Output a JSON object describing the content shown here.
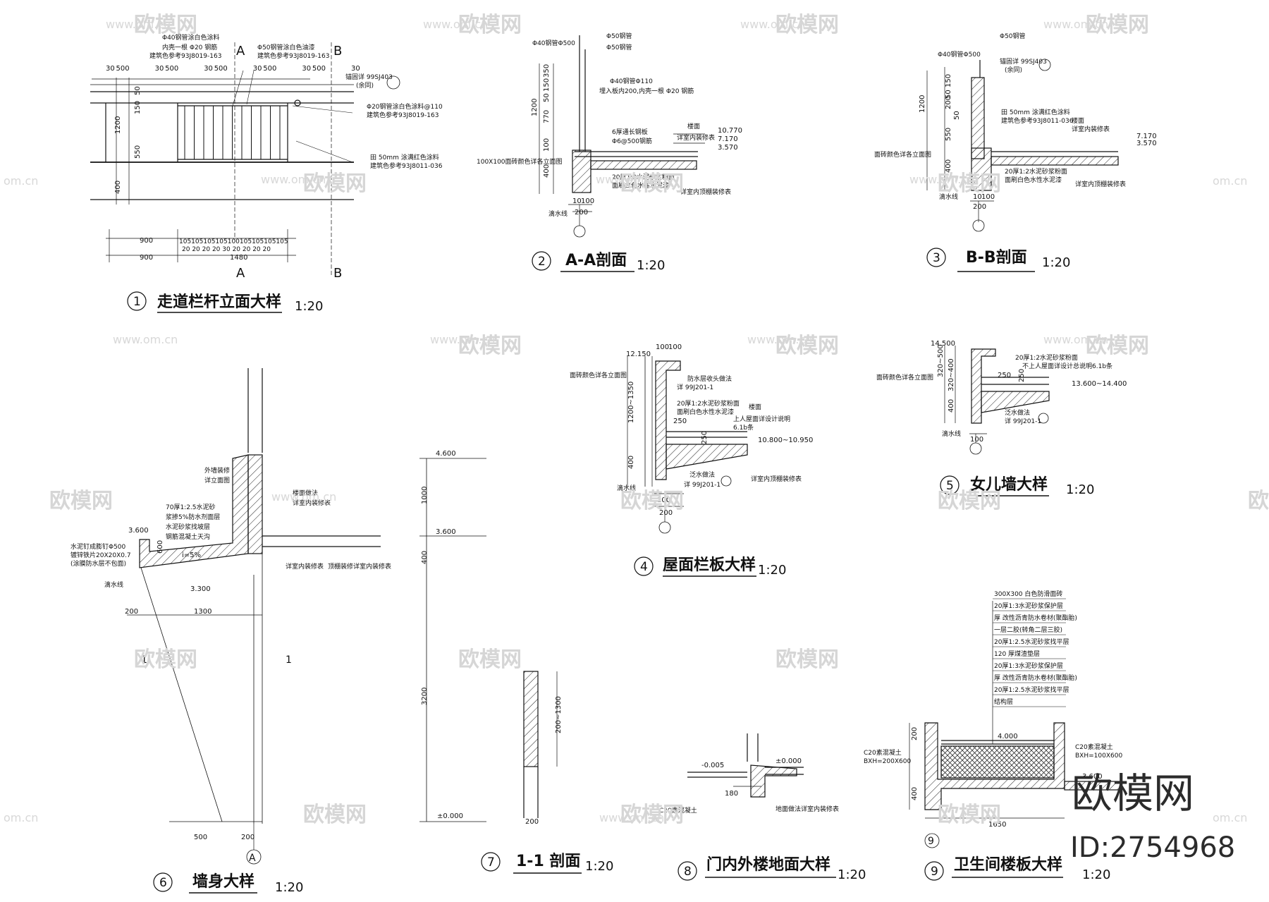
{
  "titles": {
    "t1": {
      "num": "1",
      "text": "走道栏杆立面大样",
      "scale": "1:20"
    },
    "t2": {
      "num": "2",
      "text": "A-A剖面",
      "scale": "1:20"
    },
    "t3": {
      "num": "3",
      "text": "B-B剖面",
      "scale": "1:20"
    },
    "t4": {
      "num": "4",
      "text": "屋面栏板大样",
      "scale": "1:20"
    },
    "t5": {
      "num": "5",
      "text": "女儿墙大样",
      "scale": "1:20"
    },
    "t6": {
      "num": "6",
      "text": "墙身大样",
      "scale": "1:20"
    },
    "t7": {
      "num": "7",
      "text": "1-1 剖面",
      "scale": "1:20"
    },
    "t8": {
      "num": "8",
      "text": "门内外楼地面大样",
      "scale": "1:20"
    },
    "t9": {
      "num": "9",
      "text": "卫生间楼板大样",
      "scale": "1:20"
    }
  },
  "d1": {
    "notes": [
      "Φ40钢管涂白色涂料",
      "内壳一根 Φ20 钢筋",
      "建筑色参考93J8019-163",
      "Φ50钢管涂白色油漆",
      "建筑色参考93J8019-163",
      "锚固详 99SJ403",
      "(余同)",
      "Φ20钢管涂白色涂料@110",
      "建筑色参考93J8019-163",
      "田 50mm 涂满红色涂料",
      "建筑色参考93J8011-036"
    ],
    "top_dims": [
      "30",
      "500",
      "30",
      "500",
      "30",
      "500",
      "30",
      "500",
      "30",
      "500",
      "30"
    ],
    "left_dims": [
      "1200",
      "400",
      "550",
      "150",
      "50"
    ],
    "bot_dims": [
      "900",
      "900",
      "1480"
    ],
    "small_dims": "105105105105100105105105105",
    "small_dims2": "20 20 20 20 30 20 20 20 20",
    "cut_a": "A",
    "cut_b": "B"
  },
  "d2": {
    "notes": [
      "Φ40钢管Φ500",
      "Φ50钢管",
      "Φ50钢管",
      "Φ40钢管Φ110",
      "埋入板内200,内壳一根 Φ20 钢筋",
      "6厚通长钢板",
      "Φ6@500钢筋",
      "100X100面砖颜色详各立面图",
      "楼面",
      "详室内装修表",
      "20厚1:2水泥砂浆粉面",
      "面刷白色水性水泥漆",
      "详室内顶棚装修表",
      "滴水线"
    ],
    "dims": [
      "350",
      "150",
      "50",
      "1200",
      "770",
      "100",
      "400",
      "10",
      "100",
      "200"
    ],
    "levels": [
      "10.770",
      "7.170",
      "3.570"
    ]
  },
  "d3": {
    "notes": [
      "Φ50钢管",
      "Φ40钢管Φ500",
      "锚固详 99SJ403",
      "(余同)",
      "田 50mm 涂满红色涂料",
      "建筑色参考93J8011-036",
      "楼面",
      "详室内装修表",
      "面砖颜色详各立面图",
      "20厚1:2水泥砂浆粉面",
      "面刷白色水性水泥漆",
      "详室内顶棚装修表",
      "滴水线"
    ],
    "dims": [
      "150",
      "50",
      "200",
      "50",
      "1200",
      "550",
      "400",
      "10",
      "100",
      "200"
    ],
    "levels": [
      "7.170",
      "3.570"
    ]
  },
  "d4": {
    "notes": [
      "面砖颜色详各立面图",
      "防水层收头做法",
      "详 99J201-1",
      "20厚1:2水泥砂浆粉面",
      "面刷白色水性水泥漆",
      "楼面",
      "上人屋面详设计说明",
      "6.1b条",
      "泛水做法",
      "详 99J201-1",
      "详室内顶棚装修表",
      "滴水线"
    ],
    "dims": [
      "100",
      "100",
      "1200~1350",
      "400",
      "250",
      "250",
      "100",
      "200"
    ],
    "levels": [
      "12.150",
      "10.800~10.950"
    ]
  },
  "d5": {
    "notes": [
      "20厚1:2水泥砂浆粉面",
      "不上人屋面详设计总说明6.1b条",
      "面砖颜色详各立面图",
      "泛水做法",
      "详 99J201-1",
      "滴水线"
    ],
    "dims": [
      "250",
      "250",
      "320~500",
      "320~400",
      "400",
      "100"
    ],
    "levels": [
      "14.500",
      "13.600~14.400"
    ]
  },
  "d6": {
    "notes": [
      "外墙装修",
      "详立面图",
      "楼面做法",
      "详室内装修表",
      "70厚1:2.5水泥砂",
      "浆掺5%防水剂面层",
      "水泥砂浆找坡层",
      "钢筋混凝土天沟",
      "水泥钉成膨钉Φ500",
      "镀锌铁片20X20X0.7",
      "(涂膜防水层不包面)",
      "滴水线",
      "详室内装修表",
      "顶棚装修详室内装修表"
    ],
    "slope": "i=5%",
    "dims": [
      "600",
      "200",
      "1300",
      "500",
      "200",
      "1000",
      "400",
      "3200"
    ],
    "levels": [
      "4.600",
      "3.600",
      "3.600",
      "3.300",
      "±0.000"
    ],
    "axis": "A",
    "sec": "1"
  },
  "d7": {
    "dims": [
      "200~1300",
      "200"
    ]
  },
  "d8": {
    "notes": [
      "C20素混凝土",
      "地面做法详室内装修表"
    ],
    "dims": [
      "180"
    ],
    "levels": [
      "-0.005",
      "±0.000"
    ]
  },
  "d9": {
    "notes": [
      "300X300 白色防滑面砖",
      "20厚1:3水泥砂浆保护层",
      "厚 改性沥青防水卷材(聚酯胎)",
      "一层二胶(转角二层三胶)",
      "20厚1:2.5水泥砂浆找平层",
      "120 厚煤渣垫层",
      "20厚1:3水泥砂浆保护层",
      "厚 改性沥青防水卷材(聚酯胎)",
      "20厚1:2.5水泥砂浆找平层",
      "结构层",
      "C20素混凝土",
      "BXH=200X600",
      "C20素混凝土",
      "BXH=100X600"
    ],
    "dims": [
      "200",
      "400",
      "1650"
    ],
    "levels": [
      "4.000",
      "3.600"
    ],
    "axis": "9"
  },
  "watermark": {
    "brand": "欧模网",
    "site": "www.om.cn",
    "domain": "om.cn",
    "id": "ID:2754968"
  }
}
